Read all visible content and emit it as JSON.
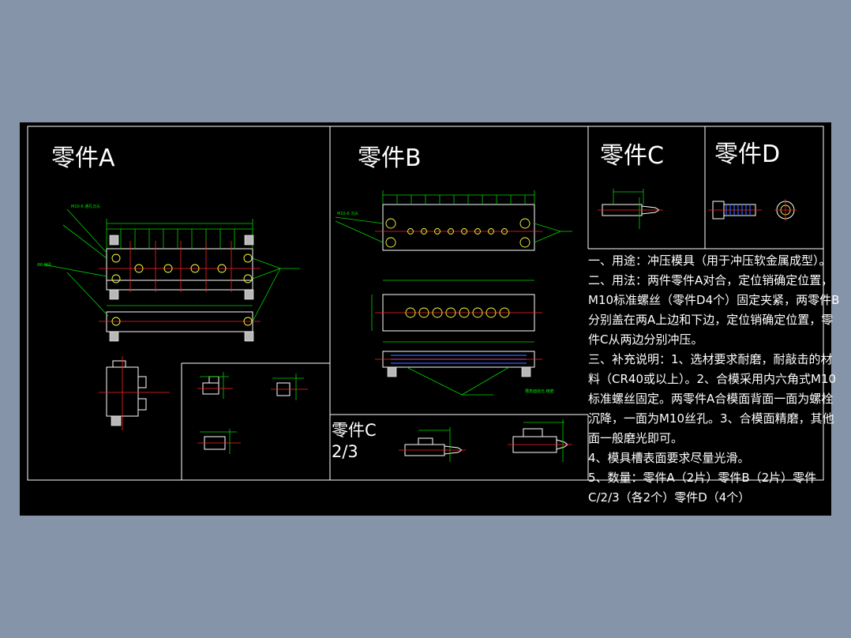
{
  "titles": {
    "part_a": "零件A",
    "part_b": "零件B",
    "part_c": "零件C",
    "part_d": "零件D",
    "part_c23_line1": "零件C",
    "part_c23_line2": "2/3"
  },
  "notes": [
    "一、用途：冲压模具（用于冲压软金属成型）。",
    "二、用法：两件零件A对合，定位销确定位置，",
    "M10标准螺丝（零件D4个）固定夹紧，两零件B",
    "分别盖在两A上边和下边，定位销确定位置，零",
    "件C从两边分别冲压。",
    "三、补充说明：1、选材要求耐磨，耐敲击的材",
    "料（CR40或以上）。2、合模采用内六角式M10",
    "标准螺丝固定。两零件A合模面背面一面为螺栓",
    "沉降，一面为M10丝孔。3、合模面精磨，其他",
    "面一般磨光即可。",
    "4、模具槽表面要求尽量光滑。",
    "5、数量：零件A（2片）零件B（2片）零件",
    "C/2/3（各2个）零件D（4个）"
  ],
  "colors": {
    "background": "#8594a9",
    "canvas": "#000000",
    "dimension": "#00d400",
    "centerline": "#ff2020",
    "hole": "#ffff40",
    "hatch": "#3060ff"
  }
}
